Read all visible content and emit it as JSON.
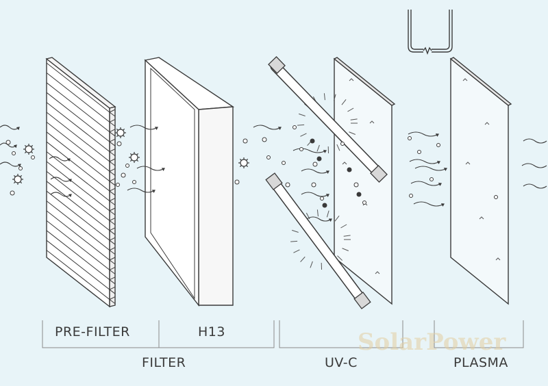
{
  "labels": {
    "prefilter": "PRE-FILTER",
    "h13": "H13",
    "filter": "FILTER",
    "uvc": "UV-C",
    "plasma": "PLASMA"
  },
  "watermark": "SolarPower",
  "colors": {
    "background": "#e8f4f8",
    "line": "#3a3a3a",
    "bracket": "#8a8a8a"
  },
  "icons": [
    "particle-icon",
    "bacteria-icon",
    "airflow-arrow-icon",
    "uv-lamp-icon",
    "electrode-icon"
  ]
}
